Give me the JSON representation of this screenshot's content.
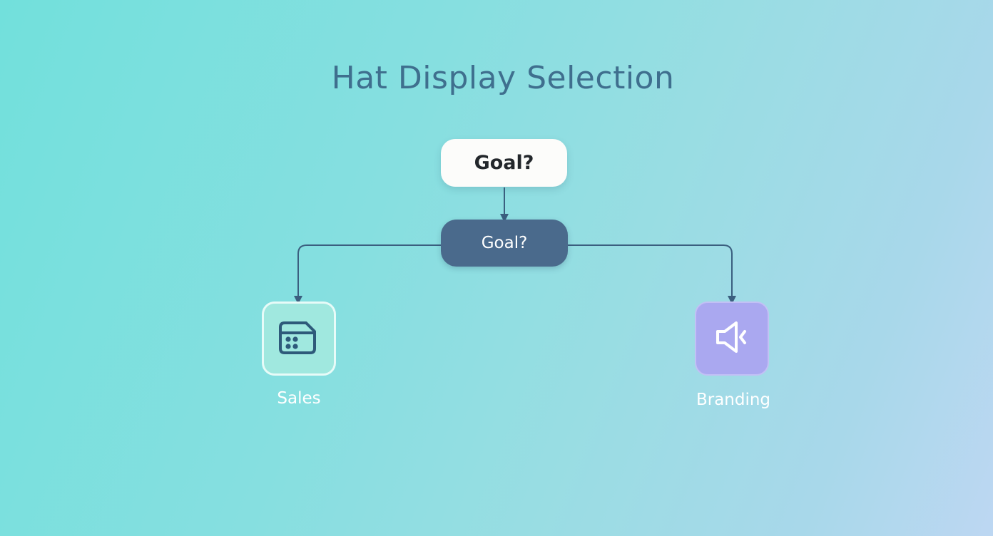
{
  "diagram": {
    "title": "Hat Display Selection",
    "root_node": {
      "label": "Goal?"
    },
    "decision_node": {
      "label": "Goal?"
    },
    "branches": [
      {
        "label": "Sales",
        "icon": "cash-register-icon",
        "color": "#a0e8df"
      },
      {
        "label": "Branding",
        "icon": "megaphone-icon",
        "color": "#aaa8f0"
      }
    ]
  }
}
